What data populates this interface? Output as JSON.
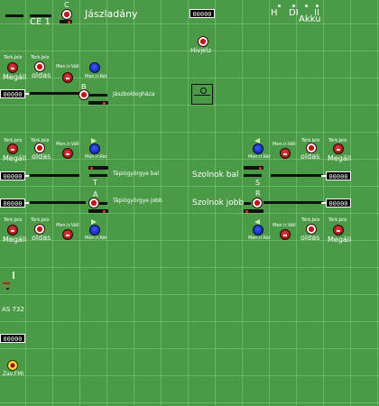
{
  "station": {
    "title": "Jászladány",
    "ce_label": "CE 1",
    "top_signal_letter": "C",
    "counter_top": "00000",
    "hivjelzo_label": "Hívjelz",
    "indicators": {
      "h": "H",
      "di": "DI",
      "akku": "Akku",
      "ii": "II"
    }
  },
  "west_block_1": {
    "signal_name": "Jászboldogháza",
    "counter": "00000",
    "letter": "B",
    "group_labels": {
      "terk_jelz": "Térk.Jelz",
      "megall": "Megáll",
      "oldas": "oldas",
      "menet_vall": "Men.ir.Váll",
      "men_ir_ker": "Men.ir.Kér"
    }
  },
  "west_block_2": {
    "line_bal": "Tápiógyörgye bal",
    "line_jobb": "Tápiógyörgye jobb",
    "counter_bal": "00000",
    "counter_jobb": "00000",
    "letter_t": "T",
    "letter_a": "A",
    "top_labels": {
      "terk_jelz": "Térk.Jelz",
      "megall": "Megáll",
      "oldas": "oldas",
      "menet_vall": "Men.ir.Váll",
      "men_ir_ker": "Men.ir.Kér"
    },
    "bottom_labels": {
      "terk_jelz": "Térk.Jelz",
      "megall": "Megáll",
      "oldas": "oldas",
      "menet_vall": "Men.ir.Váll",
      "men_ir_ker": "Men.ir.Kér"
    }
  },
  "east_block": {
    "line_bal": "Szolnok bal",
    "line_jobb": "Szolnok jobb",
    "counter_bal": "00000",
    "counter_jobb": "00000",
    "letter_s": "S",
    "letter_r": "R",
    "top_labels": {
      "terk_jelz": "Térk.Jelz",
      "megall": "Megáll",
      "oldas": "oldas",
      "menet_vall": "Men.ir.Váll",
      "men_ir_ker": "Men.ir.Kér"
    },
    "bottom_labels": {
      "terk_jelz": "Térk.Jelz",
      "megall": "Megáll",
      "oldas": "oldas",
      "menet_vall": "Men.ir.Váll",
      "men_ir_ker": "Men.ir.Kér"
    }
  },
  "misc": {
    "as_label": "AS 732",
    "counter_bottom": "00000",
    "zavar_label": "Zav.FMI"
  },
  "colors": {
    "background": "#4a9a47",
    "grid": "#82cd78",
    "red": "#d42a2a",
    "blue": "#2040d0",
    "yellow": "#f6e23a",
    "green_led": "#7dff6a"
  }
}
